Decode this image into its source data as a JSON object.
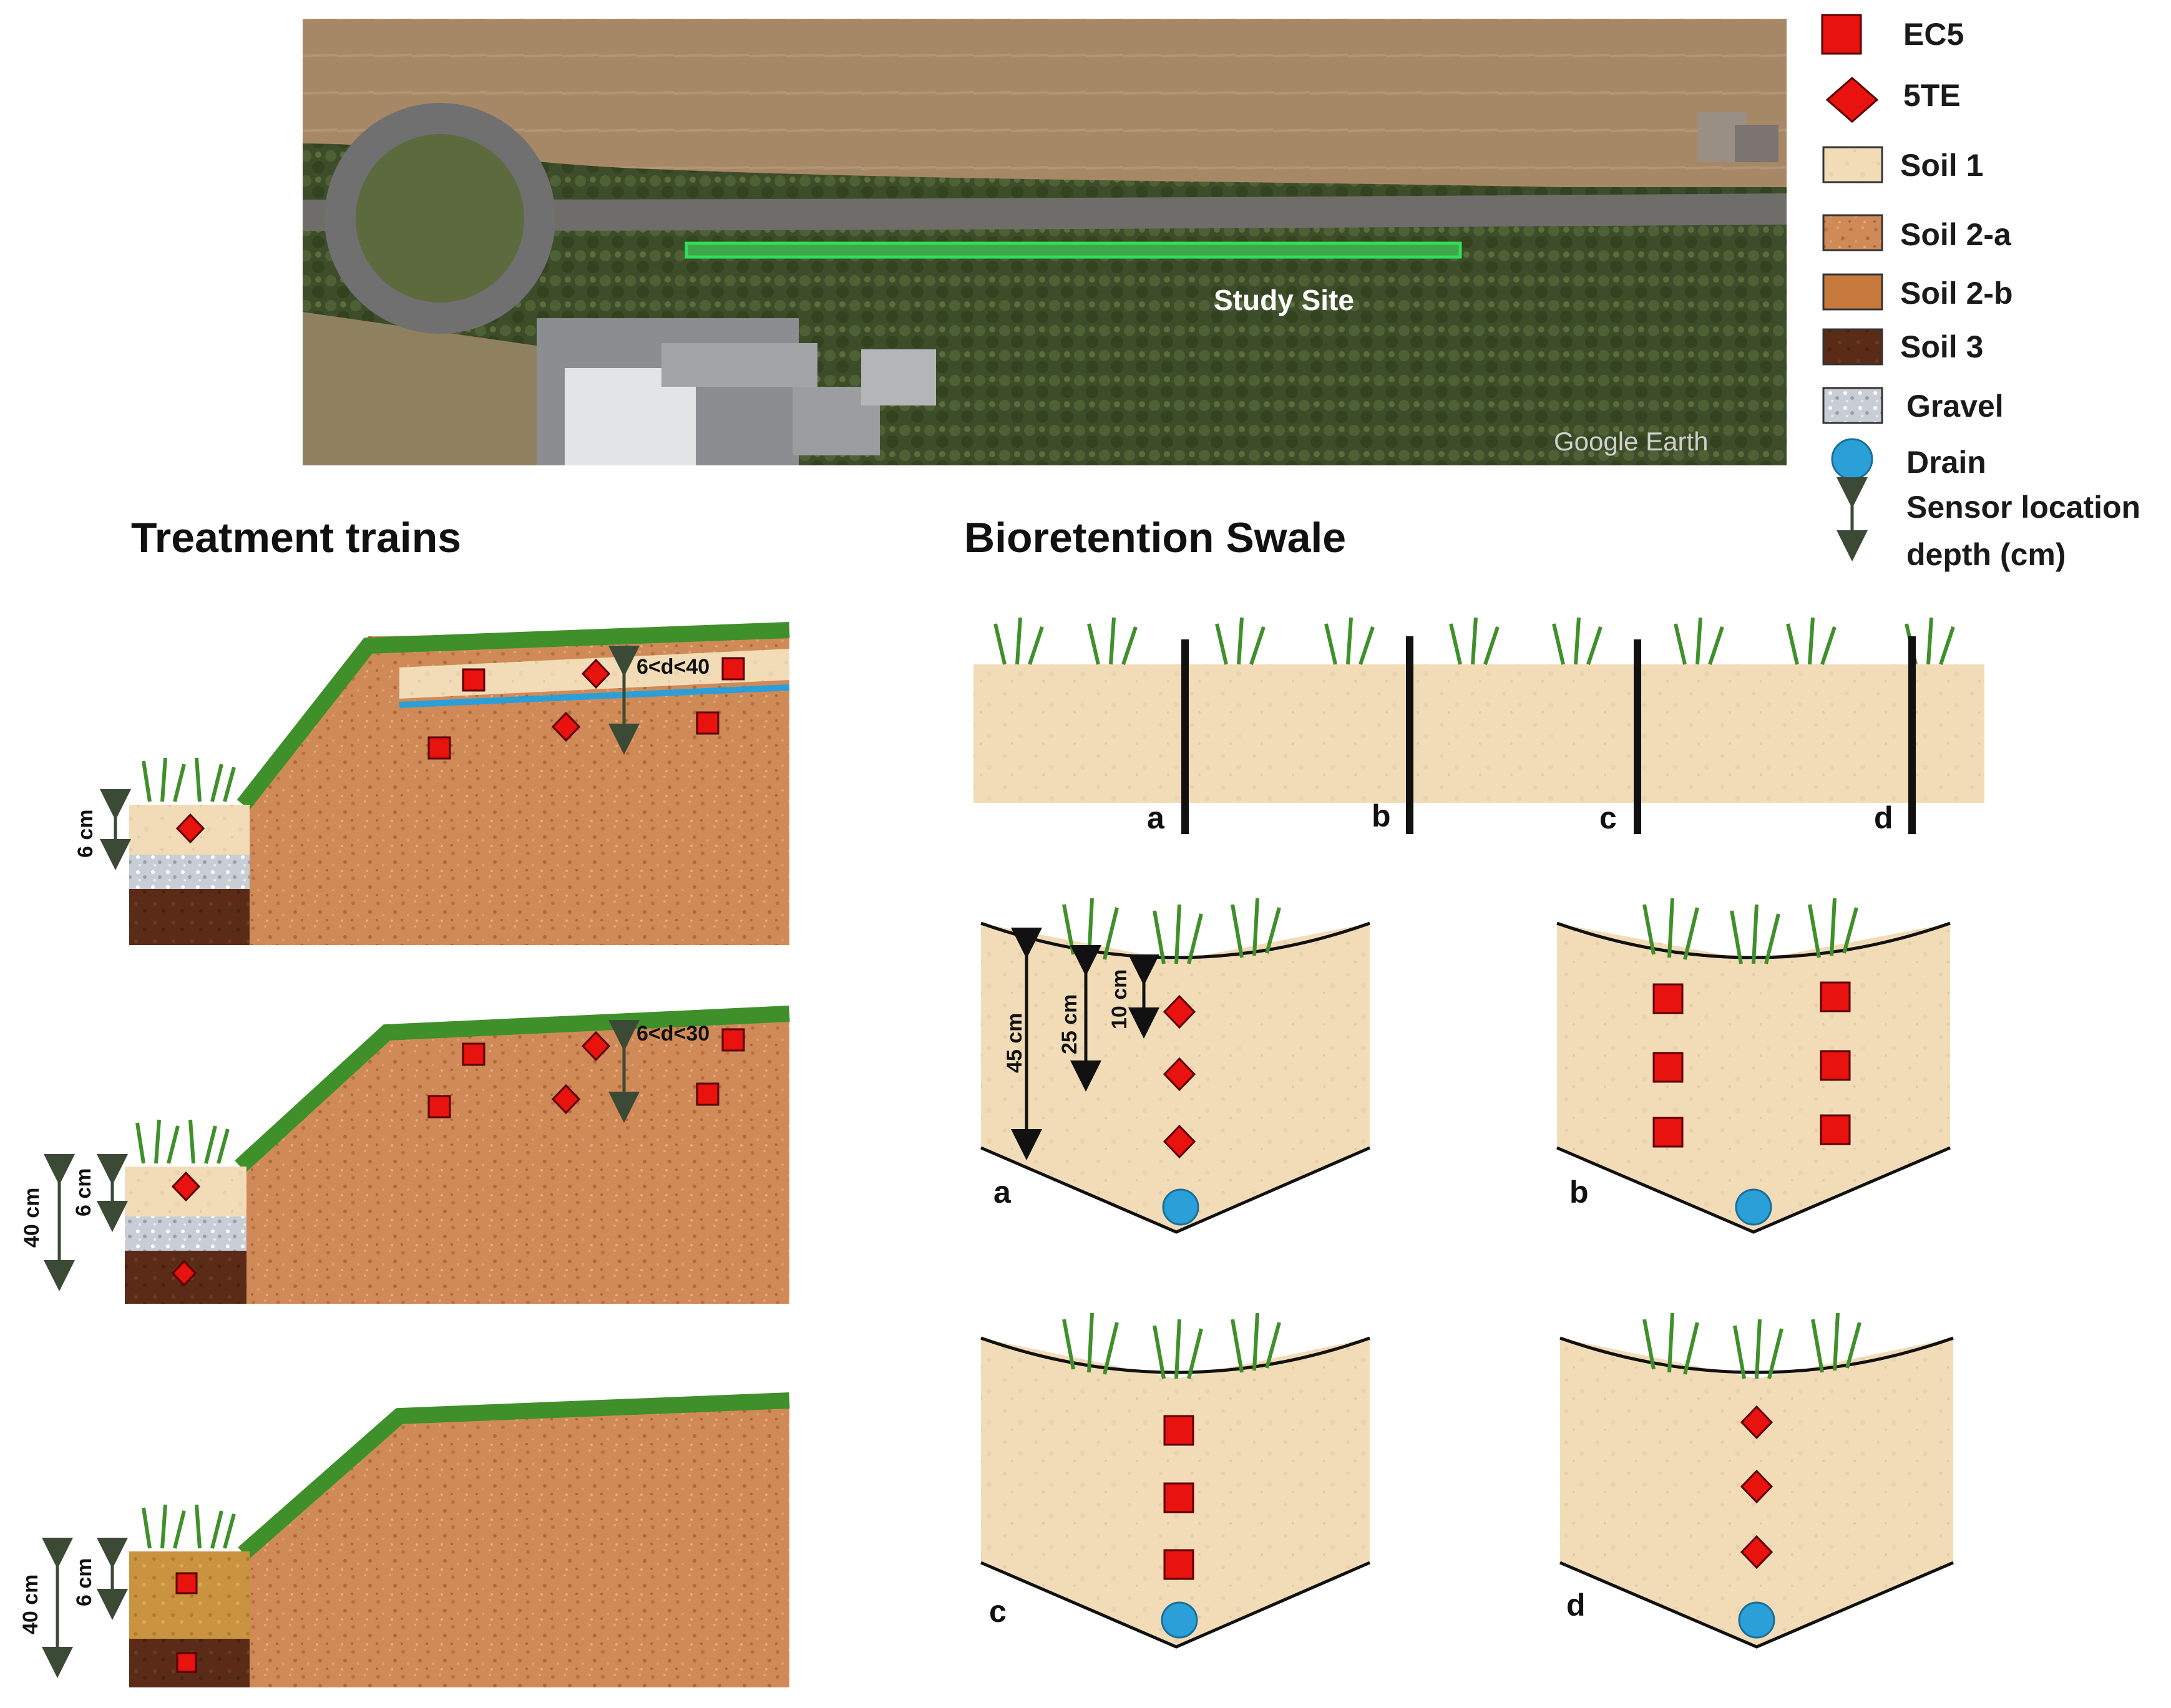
{
  "aerial": {
    "site_label": "Study Site",
    "watermark": "Google Earth"
  },
  "legend": {
    "items": [
      {
        "key": "ec5",
        "label": "EC5",
        "color": "#e8120f"
      },
      {
        "key": "5te",
        "label": "5TE",
        "color": "#e8120f"
      },
      {
        "key": "soil1",
        "label": "Soil 1",
        "color": "#f2dcb8"
      },
      {
        "key": "soil2a",
        "label": "Soil 2-a",
        "color": "#d8955f"
      },
      {
        "key": "soil2b",
        "label": "Soil 2-b",
        "color": "#c7793d"
      },
      {
        "key": "soil3",
        "label": "Soil 3",
        "color": "#5a2c18"
      },
      {
        "key": "gravel",
        "label": "Gravel",
        "color": "#c9cdd6"
      },
      {
        "key": "drain",
        "label": "Drain",
        "color": "#2a9fd8"
      }
    ],
    "arrow_label_line1": "Sensor location",
    "arrow_label_line2": "depth (cm)"
  },
  "treatment_trains": {
    "title": "Treatment trains",
    "panel1": {
      "depth_small": "6 cm",
      "range": "6<d<40"
    },
    "panel2": {
      "depth_large": "40 cm",
      "depth_small": "6 cm",
      "range": "6<d<30"
    },
    "panel3": {
      "depth_large": "40 cm",
      "depth_small": "6 cm"
    }
  },
  "bioretention": {
    "title": "Bioretention Swale",
    "strip_letters": [
      "a",
      "b",
      "c",
      "d"
    ],
    "panel_a": {
      "letter": "a",
      "d45": "45 cm",
      "d25": "25 cm",
      "d10": "10 cm"
    },
    "panel_b": {
      "letter": "b"
    },
    "panel_c": {
      "letter": "c"
    },
    "panel_d": {
      "letter": "d"
    }
  },
  "colors": {
    "sensor_red": "#e8120f",
    "drain_blue": "#2a9fd8",
    "grass": "#3f8f2a",
    "soil1": "#f2dcb8",
    "soil2": "#cf8a58"
  }
}
